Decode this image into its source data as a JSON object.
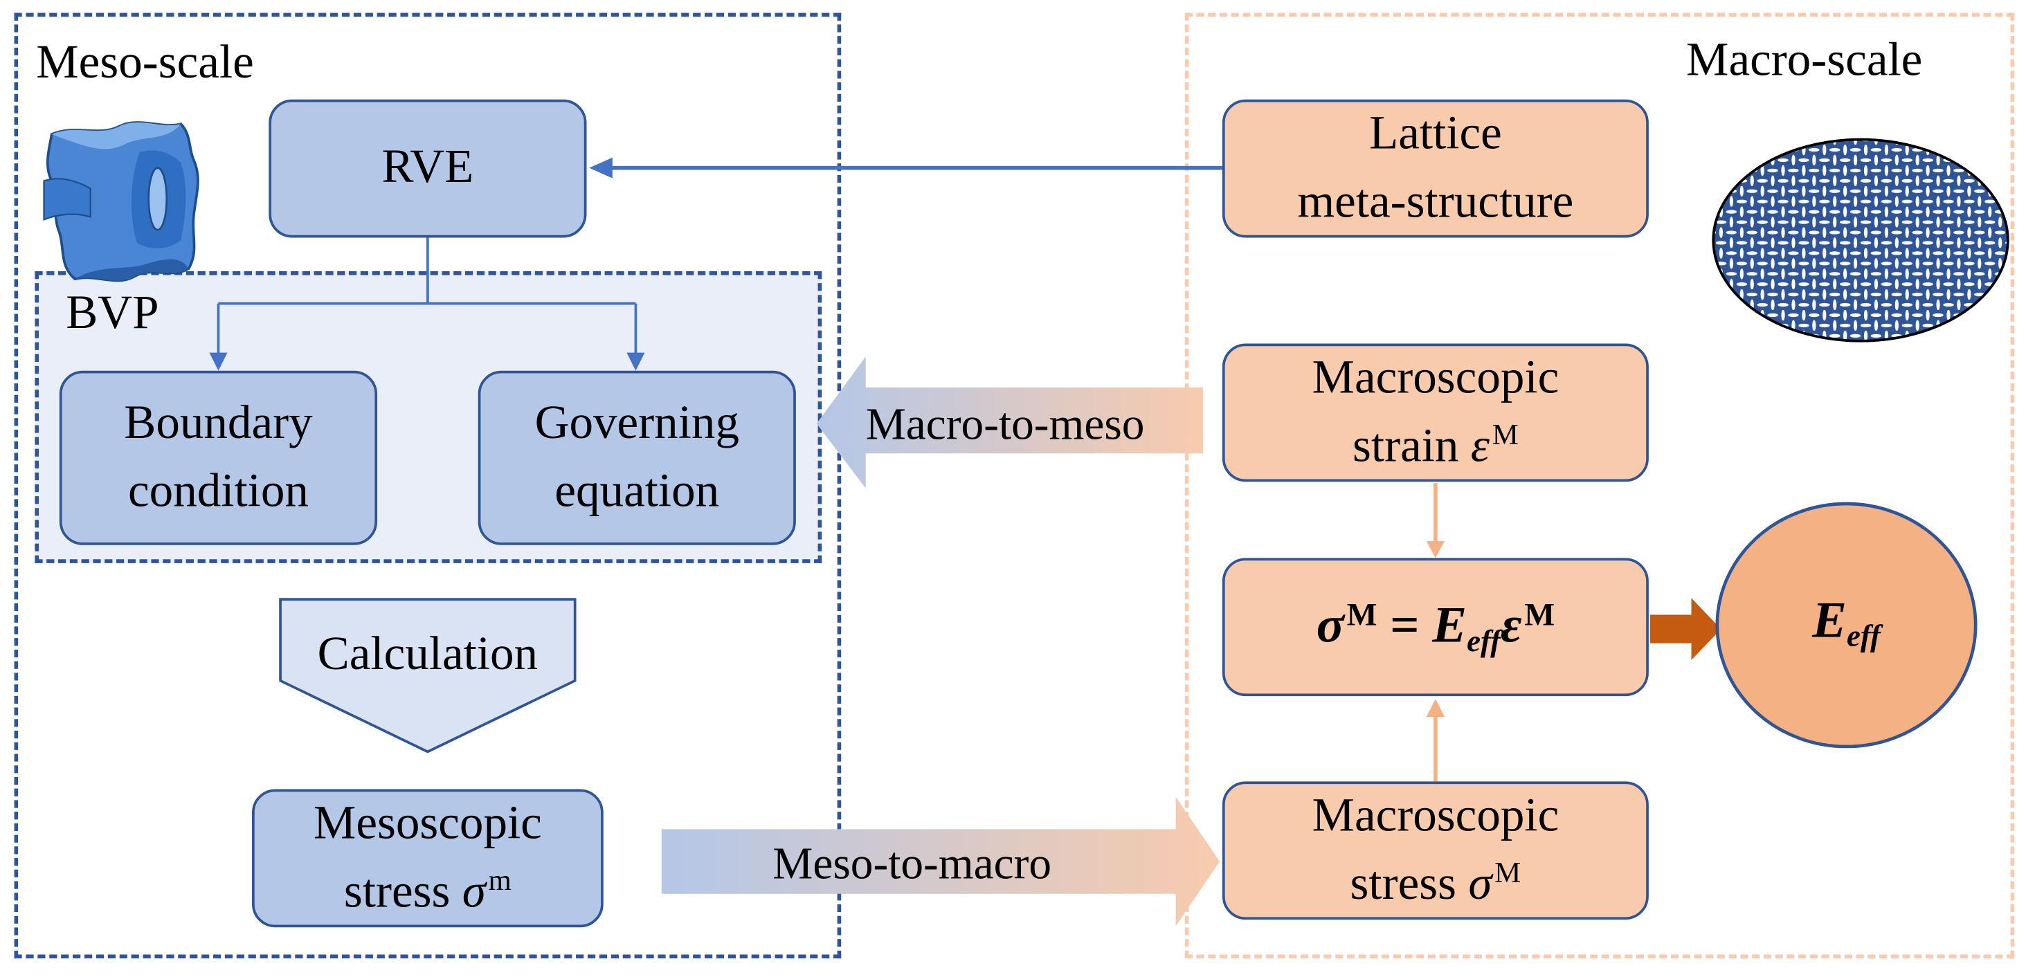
{
  "meso_scale": {
    "title": "Meso-scale",
    "rve_label": "RVE",
    "bvp_label": "BVP",
    "boundary_line1": "Boundary",
    "boundary_line2": "condition",
    "governing_line1": "Governing",
    "governing_line2": "equation",
    "calculation_label": "Calculation",
    "meso_stress_line1": "Mesoscopic",
    "meso_stress_line2_text": "stress ",
    "meso_stress_symbol": "σ",
    "meso_stress_sup": "m"
  },
  "macro_scale": {
    "title": "Macro-scale",
    "lattice_line1": "Lattice",
    "lattice_line2": "meta-structure",
    "strain_line1": "Macroscopic",
    "strain_line2_text": "strain ",
    "strain_symbol": "ε",
    "strain_sup": "M",
    "equation_sigma": "σ",
    "equation_sup": "M",
    "equation_equals": " = ",
    "equation_E": "E",
    "equation_eff": "eff",
    "equation_epsilon": "ε",
    "equation_sup2": "M",
    "stress_line1": "Macroscopic",
    "stress_line2_text": "stress ",
    "stress_symbol": "σ",
    "stress_sup": "M",
    "eff_E": "E",
    "eff_sub": "eff"
  },
  "transfers": {
    "macro_to_meso": "Macro-to-meso",
    "meso_to_macro": "Meso-to-macro"
  },
  "colors": {
    "dark_blue": "#2f5597",
    "box_blue": "#b4c7e7",
    "light_blue_region": "#e9eef8",
    "box_orange": "#f8cbad",
    "light_orange_frame": "#f8cbad",
    "circle_orange": "#f4b183",
    "arrow_blue": "#4472c4",
    "arrow_orange": "#c55a11"
  },
  "icons": {
    "rve_unit_cell": "rve-unit-cell-3d-icon",
    "lattice_disc": "lattice-structure-disc-icon"
  }
}
